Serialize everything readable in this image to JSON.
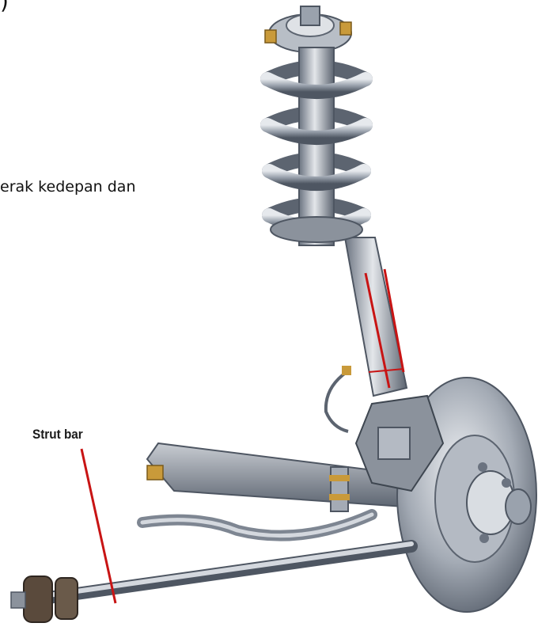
{
  "text": {
    "top_fragment": ")",
    "body_fragment": "erak kedepan dan"
  },
  "labels": {
    "strut_bar": "Strut bar"
  },
  "colors": {
    "background": "#ffffff",
    "metal_light": "#d4d8de",
    "metal_mid": "#9aa2ad",
    "metal_dark": "#5c6470",
    "highlight_red": "#c81414",
    "brass": "#c99a3a"
  },
  "figure": {
    "subject": "front suspension strut assembly illustration",
    "components_drawn": [
      "coil spring",
      "shock absorber",
      "upper mount",
      "brake disc",
      "caliper",
      "hub",
      "lower control arm",
      "strut bar"
    ]
  }
}
